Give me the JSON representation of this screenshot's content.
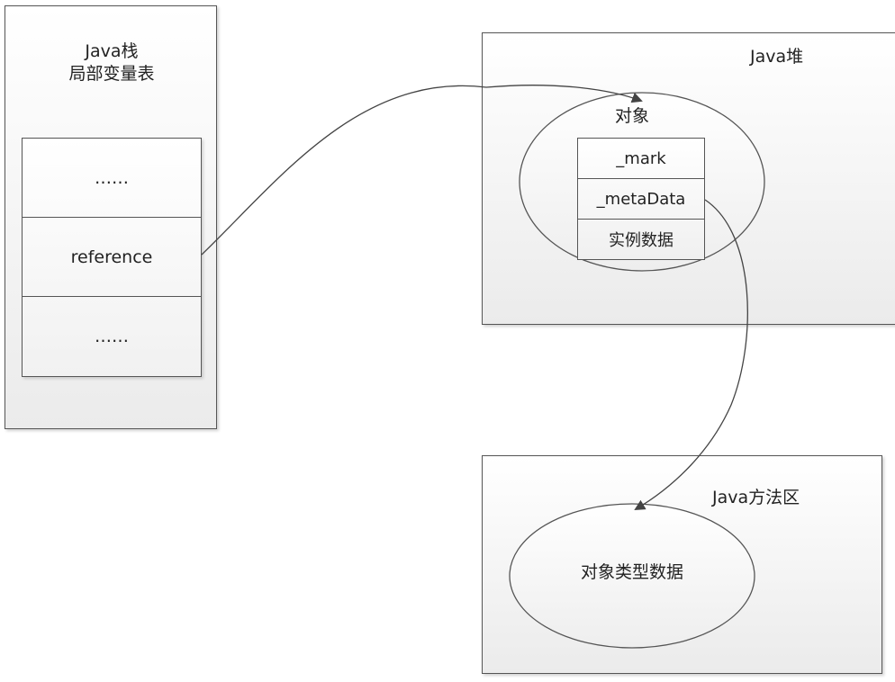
{
  "java_stack": {
    "title": "Java栈",
    "subtitle": "局部变量表",
    "cells": [
      "……",
      "reference",
      "……"
    ]
  },
  "java_heap": {
    "title": "Java堆",
    "object": {
      "title": "对象",
      "fields": [
        "_mark",
        "_metaData",
        "实例数据"
      ]
    }
  },
  "method_area": {
    "title": "Java方法区",
    "type_data": "对象类型数据"
  },
  "colors": {
    "stroke": "#555555",
    "text": "#222222",
    "box_fill_top": "#ffffff",
    "box_fill_bottom": "#ebebeb"
  }
}
